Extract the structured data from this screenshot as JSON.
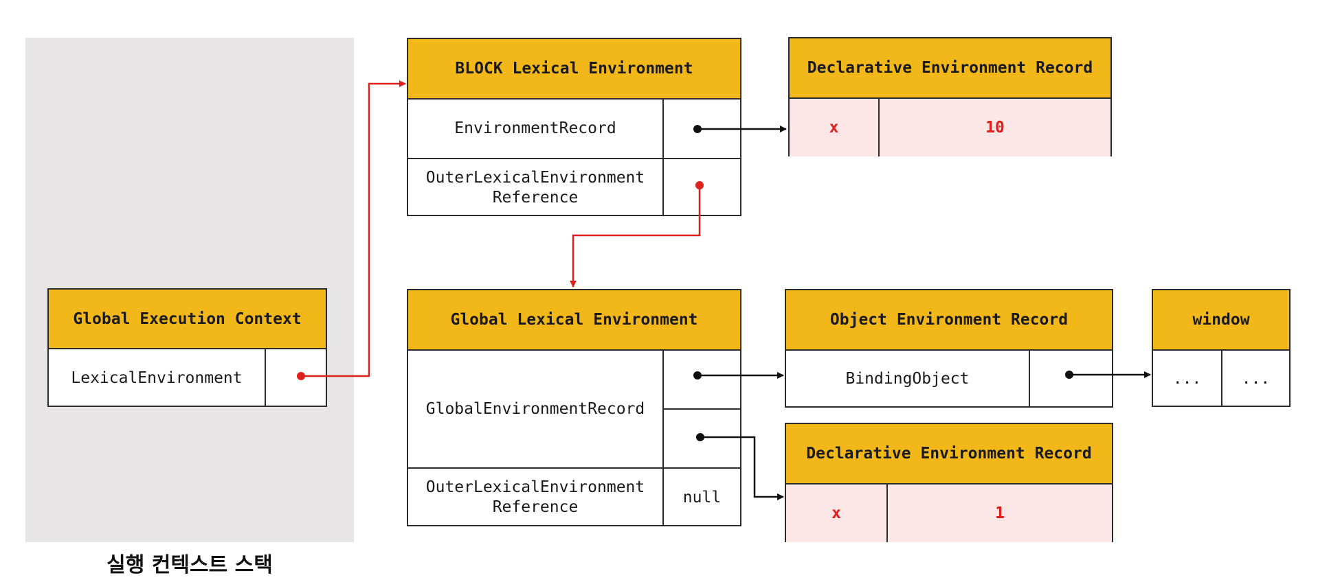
{
  "stack": {
    "caption": "실행 컨텍스트 스택"
  },
  "global_execution_context": {
    "title": "Global Execution Context",
    "rows": [
      {
        "label": "LexicalEnvironment"
      }
    ]
  },
  "block_lexical_environment": {
    "title": "BLOCK Lexical Environment",
    "rows": [
      {
        "label": "EnvironmentRecord"
      },
      {
        "label": "OuterLexicalEnvironment\nReference"
      }
    ]
  },
  "block_declarative_record": {
    "title": "Declarative Environment Record",
    "key": "x",
    "value": "10"
  },
  "global_lexical_environment": {
    "title": "Global Lexical Environment",
    "rows": [
      {
        "label": "GlobalEnvironmentRecord"
      },
      {
        "label": "OuterLexicalEnvironment\nReference",
        "value": "null"
      }
    ]
  },
  "object_environment_record": {
    "title": "Object Environment Record",
    "rows": [
      {
        "label": "BindingObject"
      }
    ]
  },
  "window_object": {
    "title": "window",
    "cells": [
      "...",
      "..."
    ]
  },
  "global_declarative_record": {
    "title": "Declarative Environment Record",
    "key": "x",
    "value": "1"
  },
  "colors": {
    "header": "#f2b81a",
    "stack_background": "#e7e5e6",
    "record_background": "#fce6e6",
    "reference_arrow": "#e0201c",
    "pointer_arrow": "#111111",
    "border": "#2b2b2b"
  }
}
